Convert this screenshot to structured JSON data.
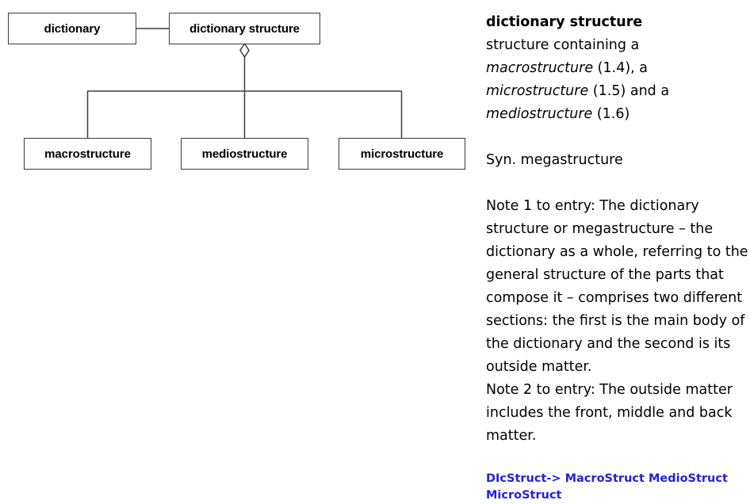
{
  "diagram": {
    "type": "uml-aggregation",
    "boxes": [
      {
        "id": "dictionary",
        "label": "dictionary"
      },
      {
        "id": "dictionary-structure",
        "label": "dictionary structure"
      },
      {
        "id": "macrostructure",
        "label": "macrostructure"
      },
      {
        "id": "mediostructure",
        "label": "mediostructure"
      },
      {
        "id": "microstructure",
        "label": "microstructure"
      }
    ],
    "relations": [
      {
        "from": "dictionary",
        "to": "dictionary-structure",
        "kind": "association"
      },
      {
        "from": "dictionary-structure",
        "to": "macrostructure",
        "kind": "aggregation"
      },
      {
        "from": "dictionary-structure",
        "to": "mediostructure",
        "kind": "aggregation"
      },
      {
        "from": "dictionary-structure",
        "to": "microstructure",
        "kind": "aggregation"
      }
    ],
    "colors": {
      "stroke": "#3b3b3b",
      "fill": "#ffffff",
      "text": "#000000"
    }
  },
  "entry": {
    "term": "dictionary structure",
    "definition": {
      "lead": "structure containing a ",
      "ref1": "macrostructure",
      "ref1_num": " (1.4), a ",
      "ref2": "microstructure",
      "ref2_num": " (1.5) and a ",
      "ref3": "mediostructure",
      "ref3_num": " (1.6)"
    },
    "synonym": "Syn. megastructure",
    "note1": "Note 1 to entry: The dictionary structure or megastructure – the dictionary as a whole, referring to the general structure of the parts that compose it – comprises two different sections: the first is the main body of the dictionary and the second is its outside matter.",
    "note2": "Note 2 to entry: The outside matter includes the front, middle and back matter.",
    "code_reference": "DIcStruct-> MacroStruct MedioStruct MicroStruct",
    "code_color": "#2222dd"
  }
}
